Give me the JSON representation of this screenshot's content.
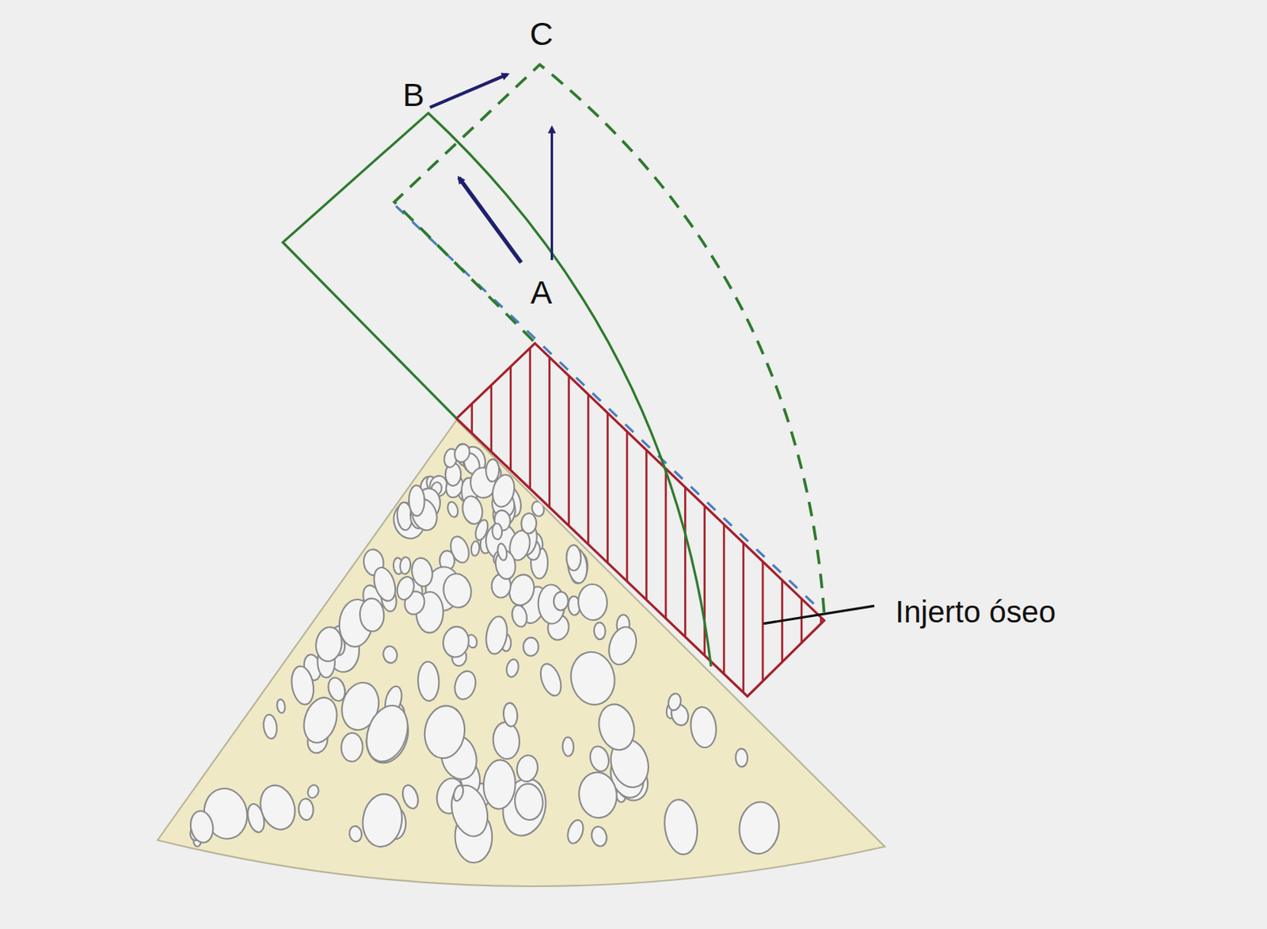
{
  "diagram": {
    "labels": [
      "C",
      "B",
      "A",
      "Injerto óseo"
    ]
  }
}
